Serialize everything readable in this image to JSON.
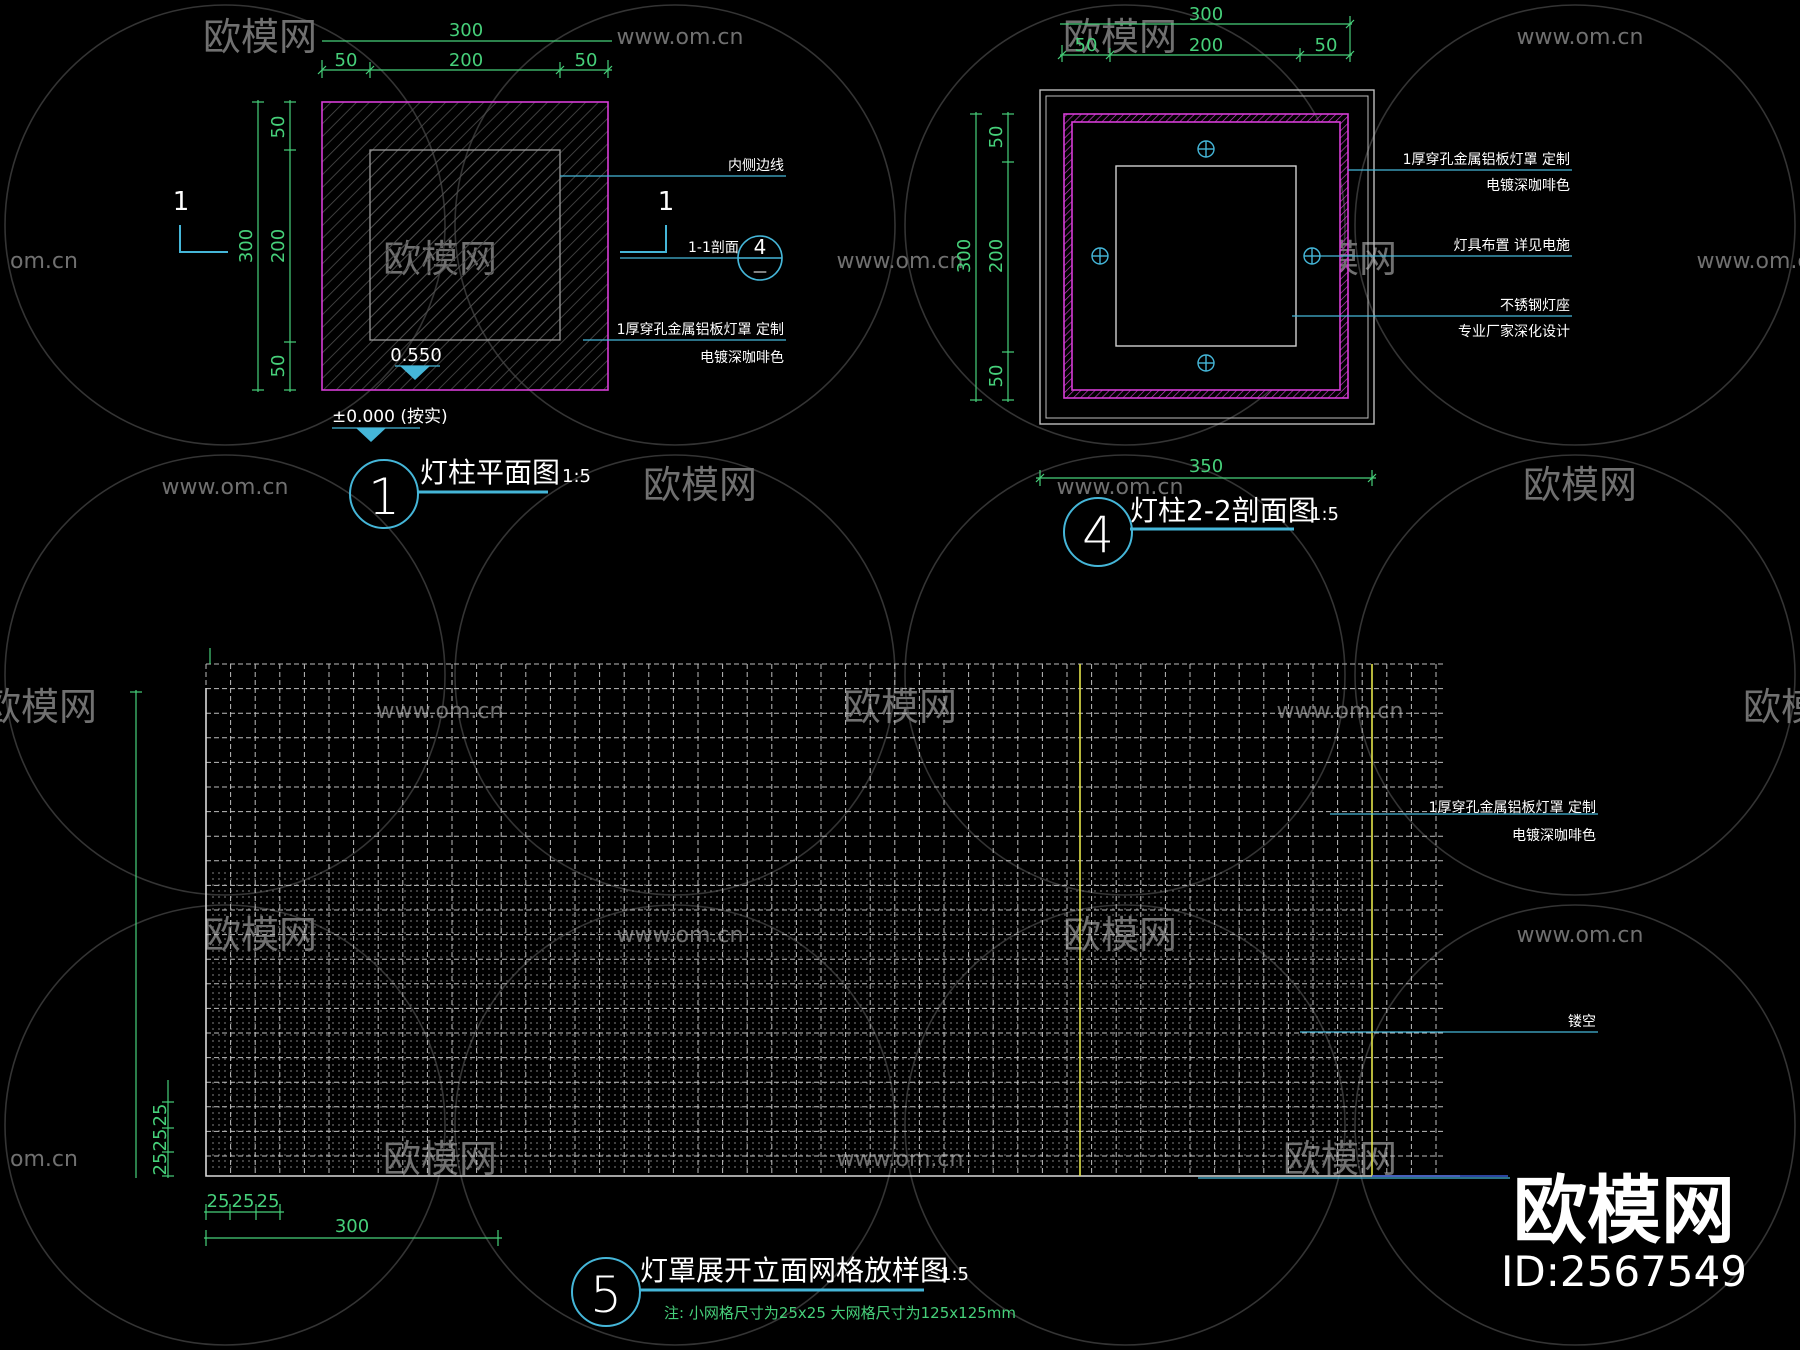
{
  "colors": {
    "background": "#000000",
    "dimension": "#46d07a",
    "leader": "#45b6d8",
    "text": "#ffffff",
    "outline": "#d63dd6",
    "hatch": "#5a5a5a",
    "grid": "#d9d9d9",
    "accent_yellow": "#e3e34a",
    "watermark": "#8a8a8a"
  },
  "watermark": {
    "brand": "欧模网",
    "url": "www.om.cn",
    "url_short": "om.cn",
    "corner_brand": "欧模网",
    "corner_id": "ID:2567549"
  },
  "view1": {
    "number": "1",
    "title": "灯柱平面图",
    "scale": "1:5",
    "dim_top_total": "300",
    "dim_top_parts": [
      "50",
      "200",
      "50"
    ],
    "dim_left_total": "300",
    "dim_left_parts": [
      "50",
      "200",
      "50"
    ],
    "section_mark": "1",
    "level_top": "0.550",
    "level_bottom": "±0.000 (按实)",
    "notes": [
      "内侧边线",
      "1-1剖面",
      "1厚穿孔金属铝板灯罩  定制",
      "电镀深咖啡色"
    ],
    "ref_top": "4",
    "ref_bottom": "—"
  },
  "view4": {
    "number": "4",
    "title": "灯柱2-2剖面图",
    "scale": "1:5",
    "dim_top_total": "300",
    "dim_top_parts": [
      "50",
      "200",
      "50"
    ],
    "dim_left_total": "300",
    "dim_left_parts": [
      "50",
      "200",
      "50"
    ],
    "dim_bottom": "350",
    "notes": [
      "1厚穿孔金属铝板灯罩  定制",
      "电镀深咖啡色",
      "灯具布置  详见电施",
      "不锈钢灯座",
      "专业厂家深化设计"
    ]
  },
  "view5": {
    "number": "5",
    "title": "灯罩展开立面网格放样图",
    "scale": "1:5",
    "note": "注: 小网格尺寸为25x25  大网格尺寸为125x125mm",
    "dim_bottom_parts": [
      "25",
      "25",
      "25"
    ],
    "dim_bottom_total": "300",
    "dim_left_parts": [
      "25",
      "25",
      "25"
    ],
    "notes": [
      "1厚穿孔金属铝板灯罩  定制",
      "电镀深咖啡色",
      "镂空"
    ]
  }
}
